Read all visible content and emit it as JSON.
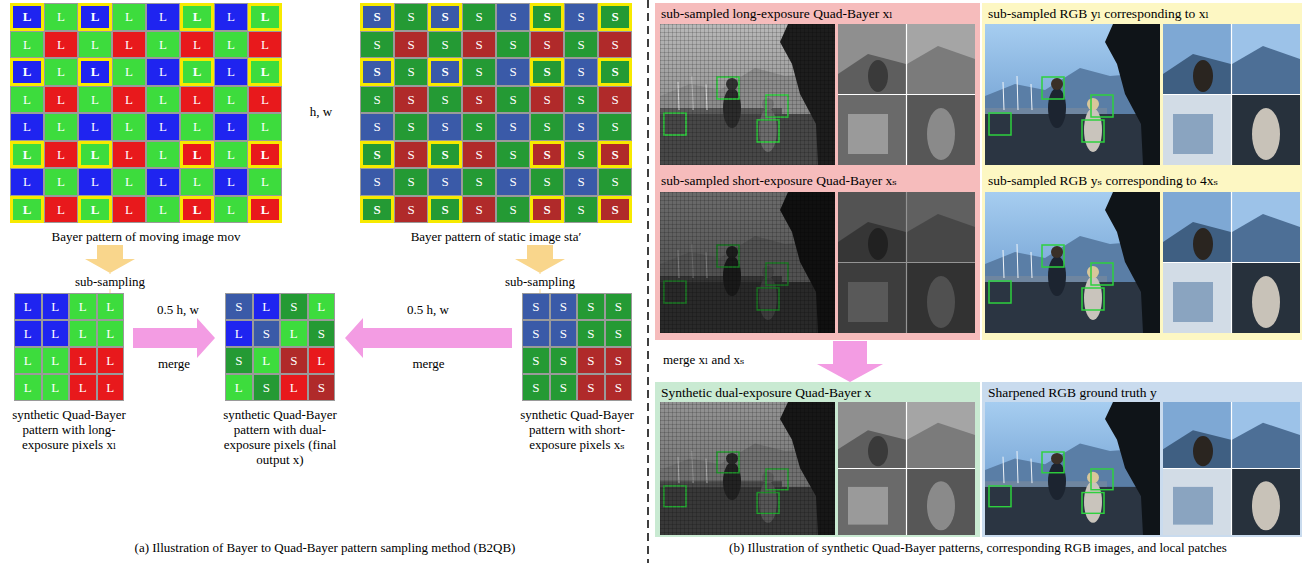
{
  "diagram": {
    "nodes": [
      {
        "text": [
          "Bayer pattern of moving image mov"
        ]
      },
      {
        "text": [
          "L"
        ],
        "in": 0
      },
      {
        "text": [
          "L"
        ],
        "in": 0
      },
      {
        "text": [
          "L"
        ],
        "in": 0
      },
      {
        "text": [
          "L"
        ],
        "in": 0
      },
      {
        "text": [
          "L"
        ],
        "in": 0
      },
      {
        "text": [
          "L"
        ],
        "in": 0
      },
      {
        "text": [
          "L"
        ],
        "in": 0
      },
      {
        "text": [
          "L"
        ],
        "in": 0
      },
      {
        "text": [
          "L"
        ],
        "in": 0
      },
      {
        "text": [
          "L"
        ],
        "in": 0
      },
      {
        "text": [
          "L"
        ],
        "in": 0
      },
      {
        "text": [
          "L"
        ],
        "in": 0
      },
      {
        "text": [
          "L"
        ],
        "in": 0
      },
      {
        "text": [
          "L"
        ],
        "in": 0
      },
      {
        "text": [
          "L"
        ],
        "in": 0
      },
      {
        "text": [
          "L"
        ],
        "in": 0
      },
      {
        "text": [
          "L"
        ],
        "in": 0
      },
      {
        "text": [
          "L"
        ],
        "in": 0
      },
      {
        "text": [
          "L"
        ],
        "in": 0
      },
      {
        "text": [
          "L"
        ],
        "in": 0
      },
      {
        "text": [
          "L"
        ],
        "in": 0
      },
      {
        "text": [
          "L"
        ],
        "in": 0
      },
      {
        "text": [
          "L"
        ],
        "in": 0
      },
      {
        "text": [
          "L"
        ],
        "in": 0
      },
      {
        "text": [
          "L"
        ],
        "in": 0
      },
      {
        "text": [
          "L"
        ],
        "in": 0
      },
      {
        "text": [
          "L"
        ],
        "in": 0
      },
      {
        "text": [
          "L"
        ],
        "in": 0
      },
      {
        "text": [
          "L"
        ],
        "in": 0
      },
      {
        "text": [
          "L"
        ],
        "in": 0
      },
      {
        "text": [
          "L"
        ],
        "in": 0
      },
      {
        "text": [
          "L"
        ],
        "in": 0
      },
      {
        "text": [
          "L"
        ],
        "in": 0
      },
      {
        "text": [
          "L"
        ],
        "in": 0
      },
      {
        "text": [
          "L"
        ],
        "in": 0
      },
      {
        "text": [
          "L"
        ],
        "in": 0
      },
      {
        "text": [
          "L"
        ],
        "in": 0
      },
      {
        "text": [
          "L"
        ],
        "in": 0
      },
      {
        "text": [
          "L"
        ],
        "in": 0
      },
      {
        "text": [
          "L"
        ],
        "in": 0
      },
      {
        "text": [
          "L"
        ],
        "in": 0
      },
      {
        "text": [
          "L"
        ],
        "in": 0
      },
      {
        "text": [
          "L"
        ],
        "in": 0
      },
      {
        "text": [
          "L"
        ],
        "in": 0
      },
      {
        "text": [
          "L"
        ],
        "in": 0
      },
      {
        "text": [
          "L"
        ],
        "in": 0
      },
      {
        "text": [
          "L"
        ],
        "in": 0
      },
      {
        "text": [
          "L"
        ],
        "in": 0
      },
      {
        "text": [
          "L"
        ],
        "in": 0
      },
      {
        "text": [
          "L"
        ],
        "in": 0
      },
      {
        "text": [
          "L"
        ],
        "in": 0
      },
      {
        "text": [
          "L"
        ],
        "in": 0
      },
      {
        "text": [
          "L"
        ],
        "in": 0
      },
      {
        "text": [
          "L"
        ],
        "in": 0
      },
      {
        "text": [
          "L"
        ],
        "in": 0
      },
      {
        "text": [
          "L"
        ],
        "in": 0
      },
      {
        "text": [
          "L"
        ],
        "in": 0
      },
      {
        "text": [
          "L"
        ],
        "in": 0
      },
      {
        "text": [
          "L"
        ],
        "in": 0
      },
      {
        "text": [
          "L"
        ],
        "in": 0
      },
      {
        "text": [
          "L"
        ],
        "in": 0
      },
      {
        "text": [
          "L"
        ],
        "in": 0
      },
      {
        "text": [
          "L"
        ],
        "in": 0
      },
      {
        "text": [
          "L"
        ],
        "in": 0
      },
      {
        "text": [
          "Bayer pattern of static image sta′"
        ]
      },
      {
        "text": [
          "S"
        ],
        "in": 65
      },
      {
        "text": [
          "S"
        ],
        "in": 65
      },
      {
        "text": [
          "S"
        ],
        "in": 65
      },
      {
        "text": [
          "S"
        ],
        "in": 65
      },
      {
        "text": [
          "S"
        ],
        "in": 65
      },
      {
        "text": [
          "S"
        ],
        "in": 65
      },
      {
        "text": [
          "S"
        ],
        "in": 65
      },
      {
        "text": [
          "S"
        ],
        "in": 65
      },
      {
        "text": [
          "S"
        ],
        "in": 65
      },
      {
        "text": [
          "S"
        ],
        "in": 65
      },
      {
        "text": [
          "S"
        ],
        "in": 65
      },
      {
        "text": [
          "S"
        ],
        "in": 65
      },
      {
        "text": [
          "S"
        ],
        "in": 65
      },
      {
        "text": [
          "S"
        ],
        "in": 65
      },
      {
        "text": [
          "S"
        ],
        "in": 65
      },
      {
        "text": [
          "S"
        ],
        "in": 65
      },
      {
        "text": [
          "S"
        ],
        "in": 65
      },
      {
        "text": [
          "S"
        ],
        "in": 65
      },
      {
        "text": [
          "S"
        ],
        "in": 65
      },
      {
        "text": [
          "S"
        ],
        "in": 65
      },
      {
        "text": [
          "S"
        ],
        "in": 65
      },
      {
        "text": [
          "S"
        ],
        "in": 65
      },
      {
        "text": [
          "S"
        ],
        "in": 65
      },
      {
        "text": [
          "S"
        ],
        "in": 65
      },
      {
        "text": [
          "S"
        ],
        "in": 65
      },
      {
        "text": [
          "S"
        ],
        "in": 65
      },
      {
        "text": [
          "S"
        ],
        "in": 65
      },
      {
        "text": [
          "S"
        ],
        "in": 65
      },
      {
        "text": [
          "S"
        ],
        "in": 65
      },
      {
        "text": [
          "S"
        ],
        "in": 65
      },
      {
        "text": [
          "S"
        ],
        "in": 65
      },
      {
        "text": [
          "S"
        ],
        "in": 65
      },
      {
        "text": [
          "S"
        ],
        "in": 65
      },
      {
        "text": [
          "S"
        ],
        "in": 65
      },
      {
        "text": [
          "S"
        ],
        "in": 65
      },
      {
        "text": [
          "S"
        ],
        "in": 65
      },
      {
        "text": [
          "S"
        ],
        "in": 65
      },
      {
        "text": [
          "S"
        ],
        "in": 65
      },
      {
        "text": [
          "S"
        ],
        "in": 65
      },
      {
        "text": [
          "S"
        ],
        "in": 65
      },
      {
        "text": [
          "S"
        ],
        "in": 65
      },
      {
        "text": [
          "S"
        ],
        "in": 65
      },
      {
        "text": [
          "S"
        ],
        "in": 65
      },
      {
        "text": [
          "S"
        ],
        "in": 65
      },
      {
        "text": [
          "S"
        ],
        "in": 65
      },
      {
        "text": [
          "S"
        ],
        "in": 65
      },
      {
        "text": [
          "S"
        ],
        "in": 65
      },
      {
        "text": [
          "S"
        ],
        "in": 65
      },
      {
        "text": [
          "S"
        ],
        "in": 65
      },
      {
        "text": [
          "S"
        ],
        "in": 65
      },
      {
        "text": [
          "S"
        ],
        "in": 65
      },
      {
        "text": [
          "S"
        ],
        "in": 65
      },
      {
        "text": [
          "S"
        ],
        "in": 65
      },
      {
        "text": [
          "S"
        ],
        "in": 65
      },
      {
        "text": [
          "S"
        ],
        "in": 65
      },
      {
        "text": [
          "S"
        ],
        "in": 65
      },
      {
        "text": [
          "S"
        ],
        "in": 65
      },
      {
        "text": [
          "S"
        ],
        "in": 65
      },
      {
        "text": [
          "S"
        ],
        "in": 65
      },
      {
        "text": [
          "S"
        ],
        "in": 65
      },
      {
        "text": [
          "S"
        ],
        "in": 65
      },
      {
        "text": [
          "S"
        ],
        "in": 65
      },
      {
        "text": [
          "S"
        ],
        "in": 65
      },
      {
        "text": [
          "S"
        ],
        "in": 65
      },
      {
        "text": [
          "synthetic Quad-Bayer pattern with long-exposure pixels xₗ"
        ]
      },
      {
        "text": [
          "L"
        ],
        "in": 130
      },
      {
        "text": [
          "L"
        ],
        "in": 130
      },
      {
        "text": [
          "L"
        ],
        "in": 130
      },
      {
        "text": [
          "L"
        ],
        "in": 130
      },
      {
        "text": [
          "L"
        ],
        "in": 130
      },
      {
        "text": [
          "L"
        ],
        "in": 130
      },
      {
        "text": [
          "L"
        ],
        "in": 130
      },
      {
        "text": [
          "L"
        ],
        "in": 130
      },
      {
        "text": [
          "L"
        ],
        "in": 130
      },
      {
        "text": [
          "L"
        ],
        "in": 130
      },
      {
        "text": [
          "L"
        ],
        "in": 130
      },
      {
        "text": [
          "L"
        ],
        "in": 130
      },
      {
        "text": [
          "L"
        ],
        "in": 130
      },
      {
        "text": [
          "L"
        ],
        "in": 130
      },
      {
        "text": [
          "L"
        ],
        "in": 130
      },
      {
        "text": [
          "L"
        ],
        "in": 130
      },
      {
        "text": [
          "synthetic Quad-Bayer pattern with dual-exposure pixels (final output x)"
        ]
      },
      {
        "text": [
          "S"
        ],
        "in": 147
      },
      {
        "text": [
          "L"
        ],
        "in": 147
      },
      {
        "text": [
          "S"
        ],
        "in": 147
      },
      {
        "text": [
          "L"
        ],
        "in": 147
      },
      {
        "text": [
          "L"
        ],
        "in": 147
      },
      {
        "text": [
          "S"
        ],
        "in": 147
      },
      {
        "text": [
          "L"
        ],
        "in": 147
      },
      {
        "text": [
          "S"
        ],
        "in": 147
      },
      {
        "text": [
          "S"
        ],
        "in": 147
      },
      {
        "text": [
          "L"
        ],
        "in": 147
      },
      {
        "text": [
          "S"
        ],
        "in": 147
      },
      {
        "text": [
          "L"
        ],
        "in": 147
      },
      {
        "text": [
          "L"
        ],
        "in": 147
      },
      {
        "text": [
          "S"
        ],
        "in": 147
      },
      {
        "text": [
          "L"
        ],
        "in": 147
      },
      {
        "text": [
          "S"
        ],
        "in": 147
      },
      {
        "text": [
          "synthetic Quad-Bayer pattern with short-exposure pixels xₛ"
        ]
      },
      {
        "text": [
          "S"
        ],
        "in": 164
      },
      {
        "text": [
          "S"
        ],
        "in": 164
      },
      {
        "text": [
          "S"
        ],
        "in": 164
      },
      {
        "text": [
          "S"
        ],
        "in": 164
      },
      {
        "text": [
          "S"
        ],
        "in": 164
      },
      {
        "text": [
          "S"
        ],
        "in": 164
      },
      {
        "text": [
          "S"
        ],
        "in": 164
      },
      {
        "text": [
          "S"
        ],
        "in": 164
      },
      {
        "text": [
          "S"
        ],
        "in": 164
      },
      {
        "text": [
          "S"
        ],
        "in": 164
      },
      {
        "text": [
          "S"
        ],
        "in": 164
      },
      {
        "text": [
          "S"
        ],
        "in": 164
      },
      {
        "text": [
          "S"
        ],
        "in": 164
      },
      {
        "text": [
          "S"
        ],
        "in": 164
      },
      {
        "text": [
          "S"
        ],
        "in": 164
      },
      {
        "text": [
          "S"
        ],
        "in": 164
      },
      {
        "text": [
          "sub-sampled long-exposure Quad-Bayer xₗ"
        ]
      },
      {
        "text": [
          "sub-sampled RGB yₗ corresponding to xₗ"
        ]
      },
      {
        "text": [
          "sub-sampled short-exposure Quad-Bayer xₛ"
        ]
      },
      {
        "text": [
          "sub-sampled RGB yₛ corresponding to 4xₛ"
        ]
      },
      {
        "text": [
          "Synthetic dual-exposure Quad-Bayer x"
        ]
      },
      {
        "text": [
          "Sharpened RGB ground truth y"
        ]
      }
    ],
    "edges": [
      {
        "from": 0,
        "to": 130,
        "label": "sub-sampling",
        "arrow": "to"
      },
      {
        "from": 65,
        "to": 164,
        "label": "sub-sampling",
        "arrow": "to"
      },
      {
        "from": 130,
        "to": 147,
        "label": "merge",
        "arrow": "to"
      },
      {
        "from": 164,
        "to": 147,
        "label": "merge",
        "arrow": "to"
      },
      {
        "from": 183,
        "to": 185,
        "label": "merge xₗ and xₛ",
        "arrow": "to"
      }
    ],
    "labels": [
      "h, w",
      "0.5 h, w",
      "0.5 h, w",
      "(a) Illustration of Bayer to Quad-Bayer pattern sampling method (B2QB)",
      "(b) Illustration of synthetic Quad-Bayer patterns, corresponding RGB images, and local patches"
    ]
  }
}
